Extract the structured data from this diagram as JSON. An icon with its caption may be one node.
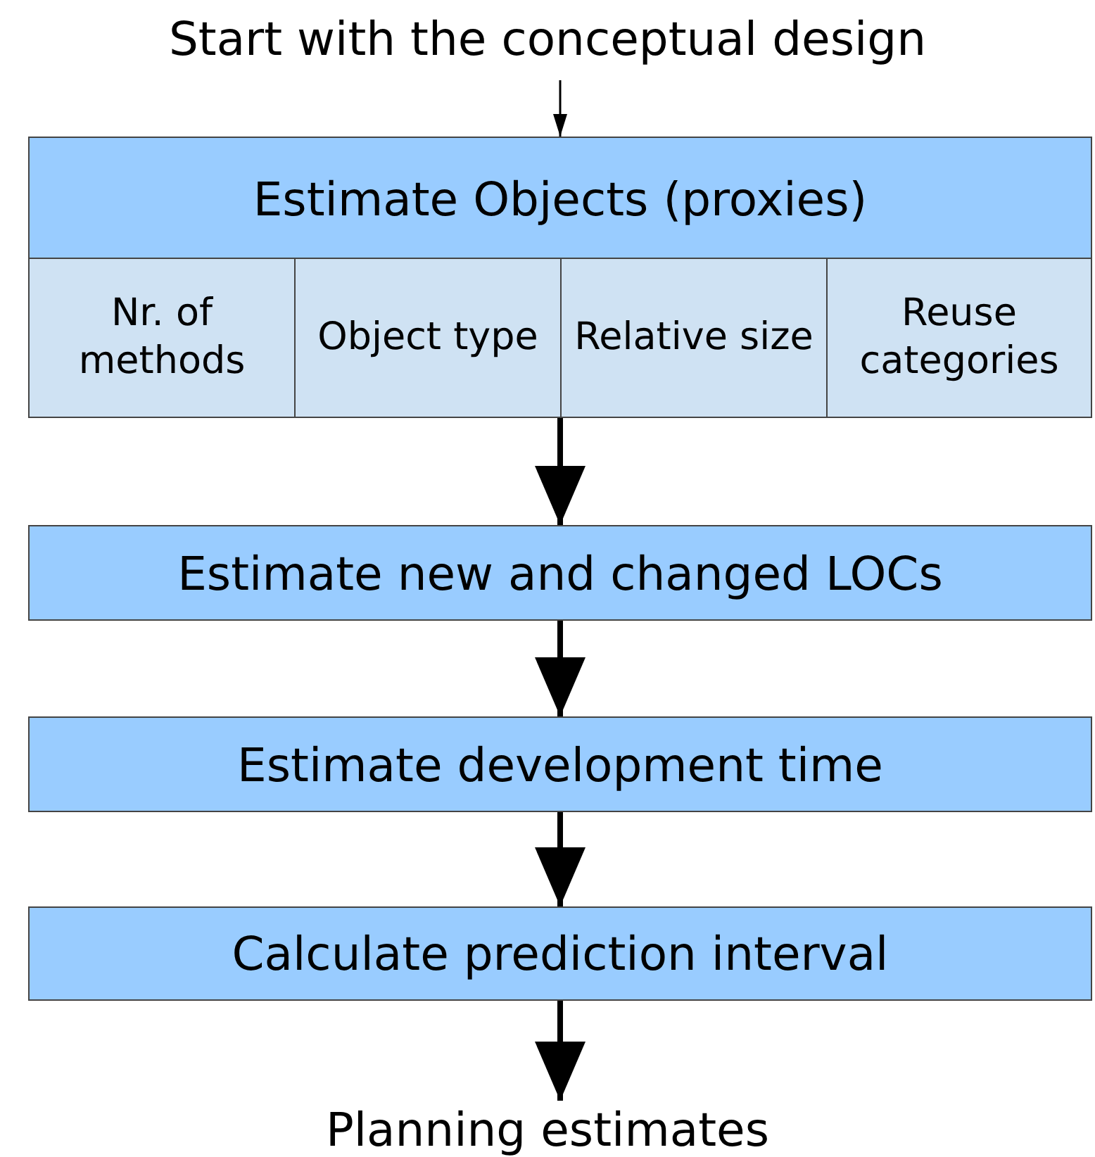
{
  "diagram": {
    "nodes": [
      {
        "text": [
          "Start with the conceptual design"
        ]
      },
      {
        "text": [
          "Estimate Objects (proxies)"
        ]
      },
      {
        "text": [
          "Nr. of methods"
        ],
        "in": 1
      },
      {
        "text": [
          "Object type"
        ],
        "in": 1
      },
      {
        "text": [
          "Relative size"
        ],
        "in": 1
      },
      {
        "text": [
          "Reuse categories"
        ],
        "in": 1
      },
      {
        "text": [
          "Estimate new and changed LOCs"
        ]
      },
      {
        "text": [
          "Estimate development time"
        ]
      },
      {
        "text": [
          "Calculate prediction interval"
        ]
      },
      {
        "text": [
          "Planning estimates"
        ]
      }
    ],
    "edges": [
      {
        "from": 0,
        "to": 1,
        "arrow": "to"
      },
      {
        "from": 1,
        "to": 6,
        "arrow": "to"
      },
      {
        "from": 6,
        "to": 7,
        "arrow": "to"
      },
      {
        "from": 7,
        "to": 8,
        "arrow": "to"
      },
      {
        "from": 8,
        "to": 9,
        "arrow": "to"
      }
    ]
  }
}
